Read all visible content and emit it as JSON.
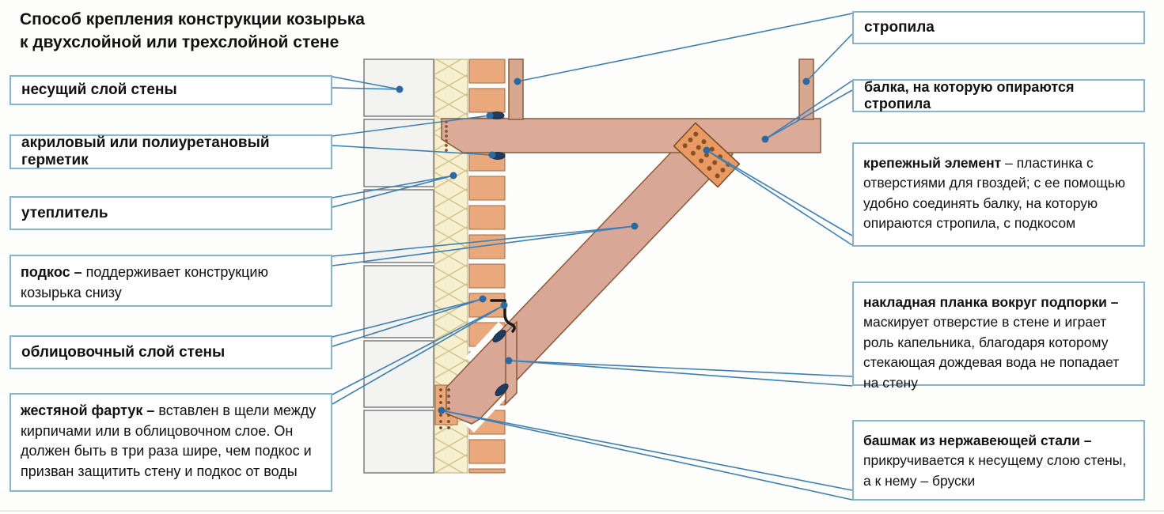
{
  "title": {
    "line1": "Способ крепления конструкции козырька",
    "line2": "к двухслойной или трехслойной стене"
  },
  "left_callouts": [
    {
      "id": "load-bearing-layer",
      "bold": "несущий слой стены",
      "rest": ""
    },
    {
      "id": "sealant",
      "bold": "акриловый или полиуретановый герметик",
      "rest": ""
    },
    {
      "id": "insulation",
      "bold": "утеплитель",
      "rest": ""
    },
    {
      "id": "strut",
      "bold": "подкос –",
      "rest": " поддерживает конструкцию козырька снизу"
    },
    {
      "id": "facing-layer",
      "bold": "облицовочный слой стены",
      "rest": ""
    },
    {
      "id": "tin-apron",
      "bold": "жестяной фартук –",
      "rest": " вставлен в щели между кирпичами или в облицовочном слое. Он должен быть в три раза шире, чем подкос и призван защитить стену и подкос от воды"
    }
  ],
  "right_callouts": [
    {
      "id": "rafters",
      "bold": "стропила",
      "rest": ""
    },
    {
      "id": "beam",
      "bold": "балка, на которую опираются стропила",
      "rest": ""
    },
    {
      "id": "fastener",
      "bold": "крепежный элемент",
      "rest": " – пластинка с отверстиями для гвоздей; с ее помощью удобно соединять балку, на которую опираются стропила, с подкосом"
    },
    {
      "id": "cover-strip",
      "bold": "накладная планка вокруг подпорки –",
      "rest": " маскирует отверстие в стене и играет роль капельника, благодаря которому стекающая дождевая вода не попадает на стену"
    },
    {
      "id": "steel-shoe",
      "bold": "башмак из нержавеющей стали –",
      "rest": " прикручивается к несущему слою стены, а к нему – бруски"
    }
  ],
  "diagram_parts": [
    "load-bearing-wall-layer",
    "insulation-layer",
    "brick-facing-layer",
    "beam",
    "strut",
    "rafter-left",
    "rafter-right",
    "nail-plate",
    "tin-apron",
    "cover-strip",
    "steel-shoe",
    "sealant-blobs",
    "callout-lines"
  ],
  "colors": {
    "callout_border": "#85b5cf",
    "line": "#3c7fb5",
    "dot": "#2a6aa0",
    "wood": "#d9a795",
    "wood_outline": "#8a5a3a",
    "brick": "#e9a97d",
    "brick_outline": "#a5693d",
    "block": "#f3f3f1",
    "block_outline": "#7d7d7d",
    "insulation": "#f6f0d0",
    "insulation_hatch": "#d4c690",
    "plate": "#e89a62",
    "plate_dot": "#8a4f22",
    "sealant": "#1e3c60",
    "apron": "#1a1a1a"
  }
}
